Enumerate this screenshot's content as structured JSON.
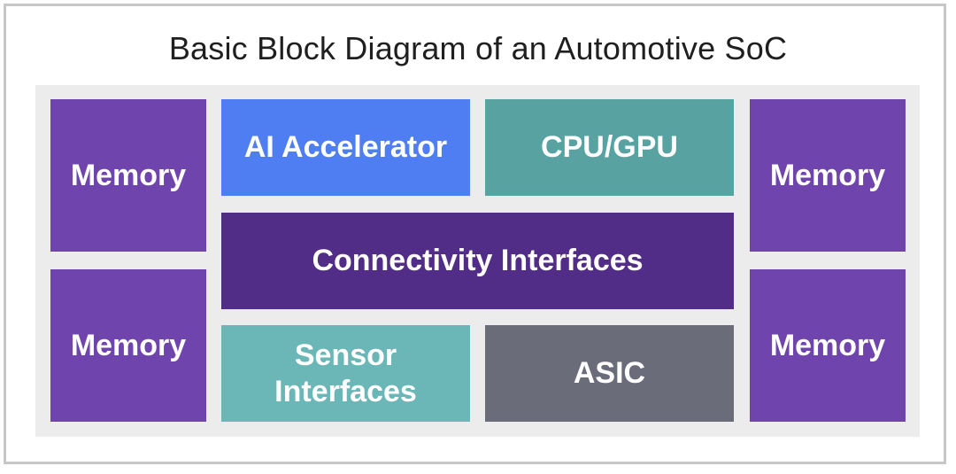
{
  "title": "Basic Block Diagram of an Automotive SoC",
  "blocks": {
    "memory_top_left": "Memory",
    "memory_bottom_left": "Memory",
    "ai_accelerator": "AI Accelerator",
    "cpu_gpu": "CPU/GPU",
    "connectivity_interfaces": "Connectivity Interfaces",
    "sensor_interfaces_line1": "Sensor",
    "sensor_interfaces_line2": "Interfaces",
    "asic": "ASIC",
    "memory_top_right": "Memory",
    "memory_bottom_right": "Memory"
  },
  "colors": {
    "memory": "#6f44ac",
    "ai_accelerator": "#4f7ef2",
    "cpu_gpu": "#58a2a2",
    "connectivity": "#522d87",
    "sensor": "#6bb7b7",
    "asic": "#6a6c7a",
    "background_panel": "#ececec",
    "frame_border": "#c7c7c7"
  }
}
